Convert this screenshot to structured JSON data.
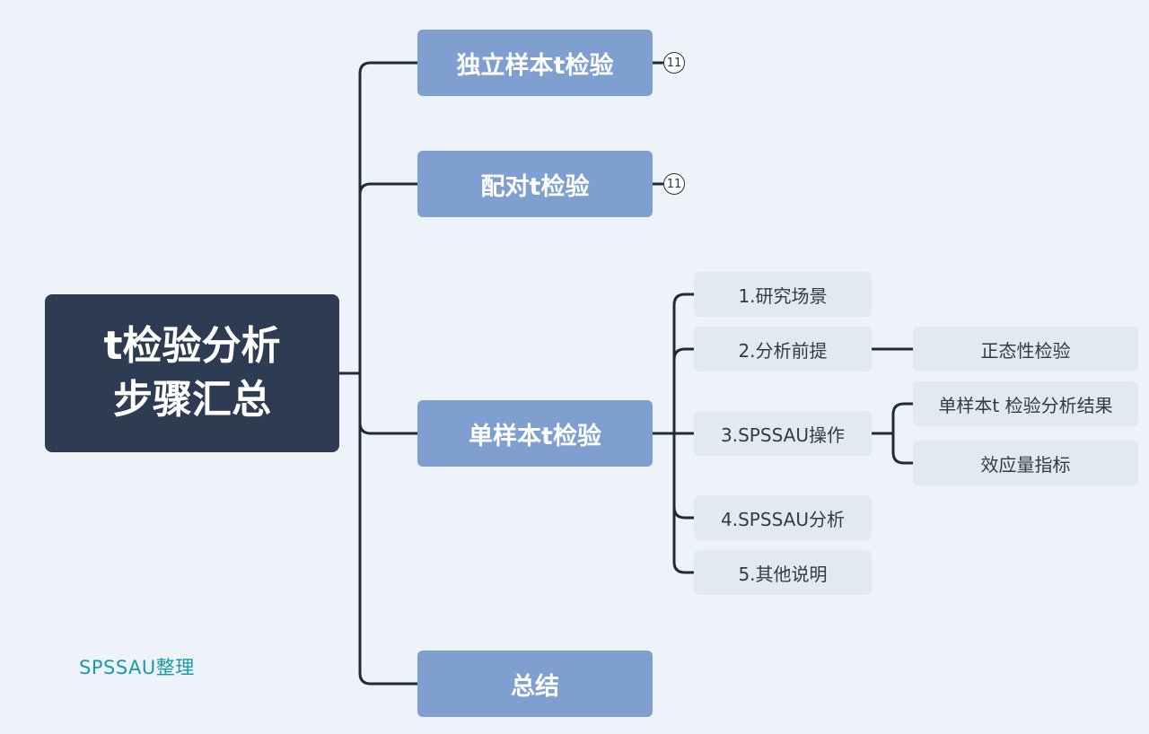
{
  "root": {
    "line1": "t检验分析",
    "line2": "步骤汇总"
  },
  "branches": [
    {
      "label": "独立样本t检验",
      "badge": "11"
    },
    {
      "label": "配对t检验",
      "badge": "11"
    },
    {
      "label": "单样本t检验"
    },
    {
      "label": "总结"
    }
  ],
  "steps": [
    {
      "label": "1.研究场景"
    },
    {
      "label": "2.分析前提"
    },
    {
      "label": "3.SPSSAU操作"
    },
    {
      "label": "4.SPSSAU分析"
    },
    {
      "label": "5.其他说明"
    }
  ],
  "details": {
    "prerequisite": "正态性检验",
    "operation_result": "单样本t 检验分析结果",
    "effect_size": "效应量指标"
  },
  "watermark": "SPSSAU整理",
  "colors": {
    "background": "#eef3f9",
    "root_fill": "#2d3c52",
    "branch_fill": "#7e9fcf",
    "step_fill": "#e2e9f1",
    "connector": "#1f2a3a",
    "watermark_text": "#1a9aa8"
  }
}
